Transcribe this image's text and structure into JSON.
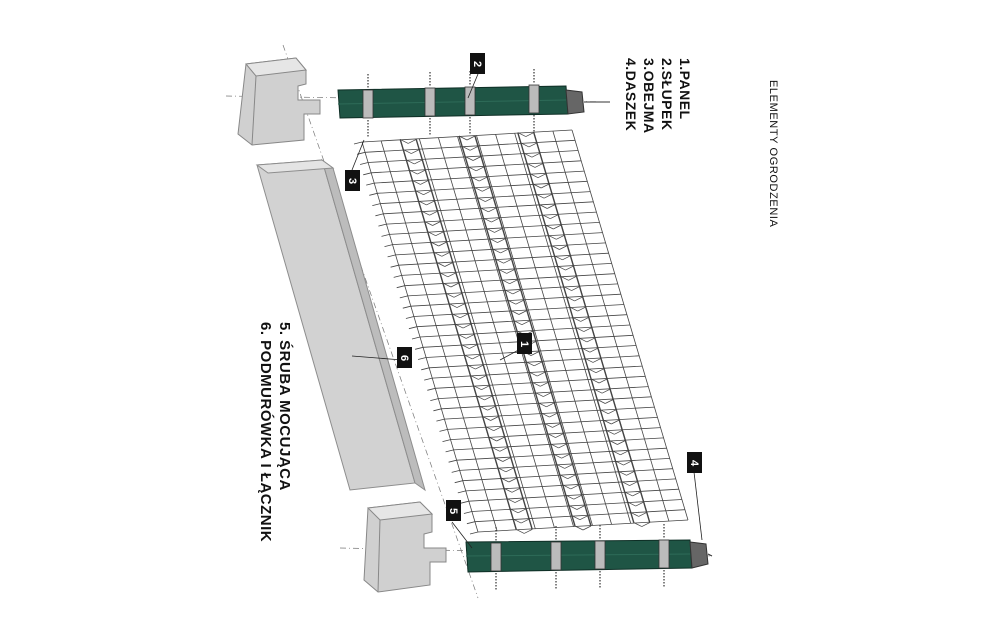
{
  "title": "ELEMENTY  OGRODZENIA",
  "legend_top": [
    "1.PANEL",
    "2.SŁUPEK",
    "3.OBEJMA",
    "4.DASZEK"
  ],
  "legend_bottom": [
    "5. ŚRUBA MOCUJĄCA",
    "6. PODMURÓWKA I ŁĄCZNIK"
  ],
  "callouts": {
    "n1": "1",
    "n2": "2",
    "n3": "3",
    "n4": "4",
    "n5": "5",
    "n6": "6"
  },
  "colors": {
    "post": "#1f5545",
    "concrete": "#d2d2d2",
    "concrete_edge": "#8d8d8d",
    "mesh": "#444444"
  }
}
